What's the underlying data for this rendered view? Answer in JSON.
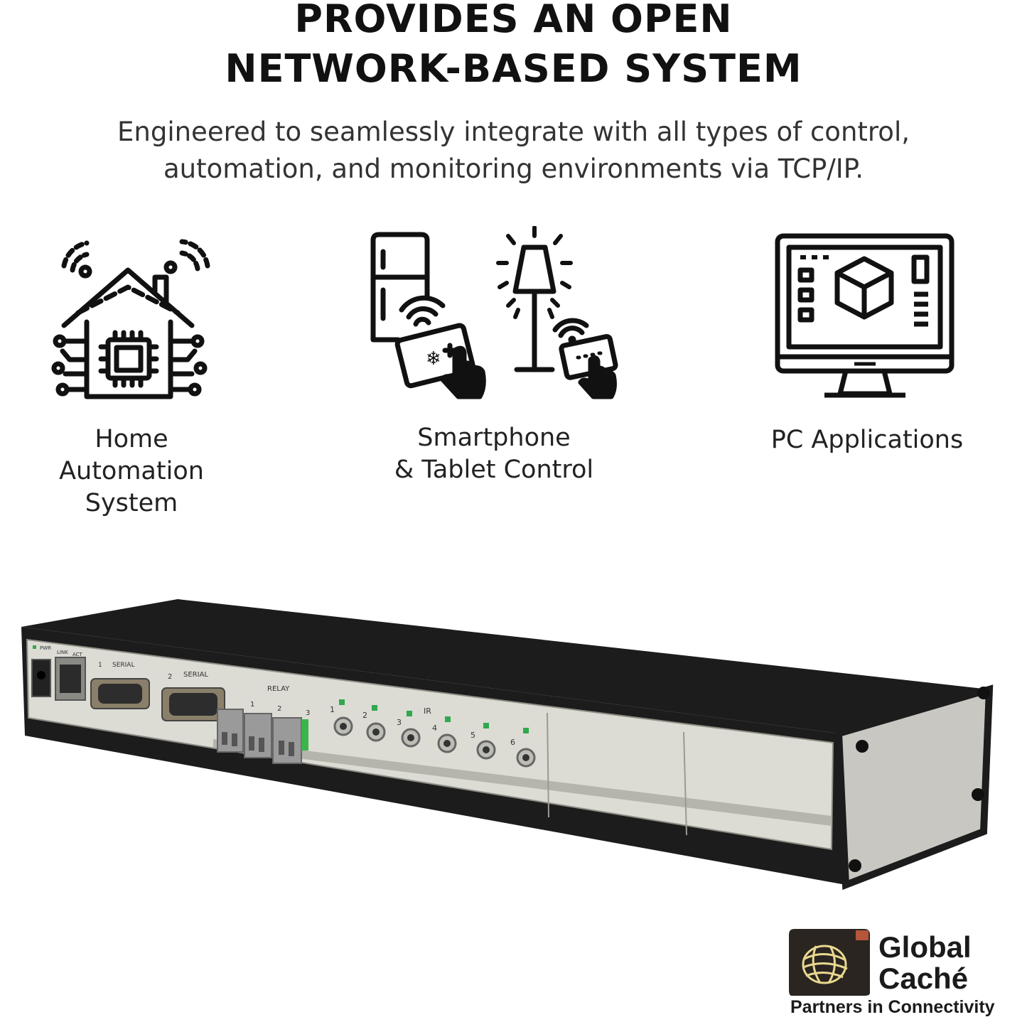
{
  "headline": {
    "line1": "PROVIDES AN OPEN",
    "line2": "NETWORK-BASED SYSTEM"
  },
  "subheadline": {
    "line1": "Engineered to seamlessly integrate with all types of control,",
    "line2": "automation, and monitoring environments via TCP/IP."
  },
  "features": [
    {
      "icon": "smart-home-icon",
      "lines": [
        "Home",
        "Automation",
        "System"
      ]
    },
    {
      "icon": "smart-devices-icon",
      "lines": [
        "Smartphone",
        "& Tablet Control"
      ]
    },
    {
      "icon": "desktop-monitor-icon",
      "lines": [
        "PC Applications"
      ]
    }
  ],
  "device": {
    "labels": {
      "pwr": "PWR",
      "link": "LINK",
      "act": "ACT",
      "serial": "SERIAL",
      "serial_1": "1",
      "serial_2": "2",
      "relay": "RELAY",
      "relay_1": "1",
      "relay_2": "2",
      "relay_3": "3",
      "ir": "IR",
      "ir_ports": [
        "1",
        "2",
        "3",
        "4",
        "5",
        "6"
      ]
    },
    "colors": {
      "body": "#1c1c1c",
      "faceplate": "#dcdcd4",
      "led": "#2fa84f",
      "terminal": "#9a9a9a",
      "endcap": "#c9c7c2"
    }
  },
  "logo": {
    "line1": "Global",
    "line2": "Caché",
    "tagline": "Partners in Connectivity",
    "colors": {
      "mark_bg": "#2a2520",
      "swirl": "#e8d890"
    }
  }
}
